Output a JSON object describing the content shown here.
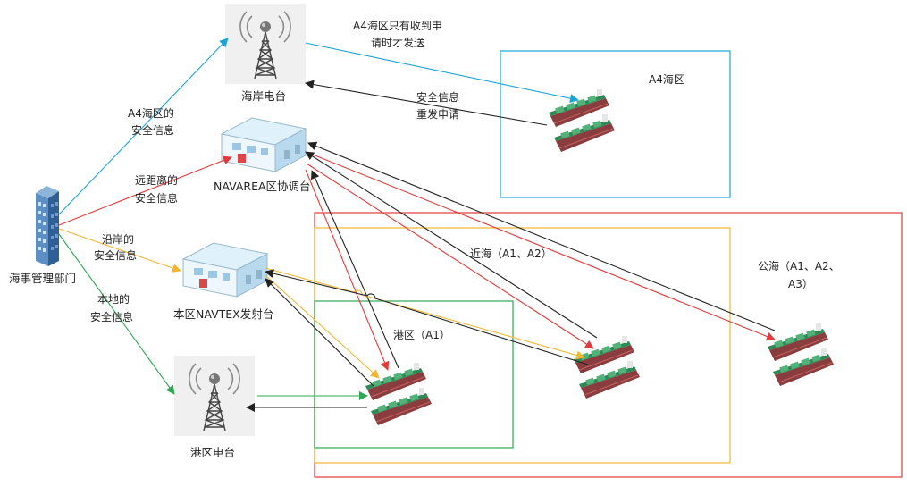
{
  "nodes": {
    "msa": "海事管理部门",
    "coast_station": "海岸电台",
    "navarea": "NAVAREA区协调台",
    "navtex": "本区NAVTEX发射台",
    "port_station": "港区电台"
  },
  "zones": {
    "a4": "A4海区",
    "near_sea": "近海（A1、A2）",
    "open_sea_line1": "公海（A1、A2、",
    "open_sea_line2": "A3）",
    "port": "港区（A1）"
  },
  "edge_labels": {
    "a4_info_1": "A4海区的",
    "a4_info_2": "安全信息",
    "far_info_1": "远距离的",
    "far_info_2": "安全信息",
    "coastal_info_1": "沿岸的",
    "coastal_info_2": "安全信息",
    "local_info_1": "本地的",
    "local_info_2": "安全信息",
    "a4_send_1": "A4海区只有收到申",
    "a4_send_2": "请时才发送",
    "resend_1": "安全信息",
    "resend_2": "重发申请"
  },
  "colors": {
    "a4_zone": "#1ca3d6",
    "near_sea_zone": "#f2b632",
    "open_sea_zone": "#e03a3a",
    "port_zone": "#2fa855",
    "cyan_arrow": "#1ca3d6",
    "red_arrow": "#e03a3a",
    "yellow_arrow": "#f2b632",
    "green_arrow": "#2fa855",
    "black_arrow": "#222222"
  }
}
